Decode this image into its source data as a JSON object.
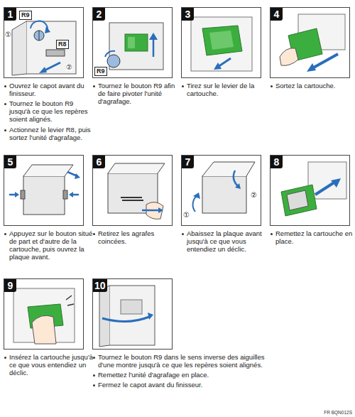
{
  "diagram": {
    "nodes": [
      {
        "text": [
          "1",
          "Ouvrez le capot avant du finisseur.",
          "Tournez le bouton R9 jusqu'à ce que les repères soient alignés.",
          "Actionnez le levier R8, puis sortez l'unité d'agrafage."
        ]
      },
      {
        "text": [
          "2",
          "Tournez le bouton R9 afin de faire pivoter l'unité d'agrafage."
        ]
      },
      {
        "text": [
          "3",
          "Tirez sur le levier de la cartouche."
        ]
      },
      {
        "text": [
          "4",
          "Sortez la cartouche."
        ]
      },
      {
        "text": [
          "5",
          "Appuyez sur le bouton situé de part et d'autre de la cartouche, puis ouvrez la plaque avant."
        ]
      },
      {
        "text": [
          "6",
          "Retirez les agrafes coincées."
        ]
      },
      {
        "text": [
          "7",
          "Abaissez la plaque avant jusqu'à ce que vous entendiez un déclic."
        ]
      },
      {
        "text": [
          "8",
          "Remettez la cartouche en place."
        ]
      },
      {
        "text": [
          "9",
          "Insérez la cartouche jusqu'à ce que vous entendiez un déclic."
        ]
      },
      {
        "text": [
          "10",
          "Tournez le bouton R9 dans le sens inverse des aiguilles d'une montre jusqu'à ce que les repères soient alignés.",
          "Remettez l'unité d'agrafage en place.",
          "Fermez le capot avant du finisseur."
        ]
      }
    ],
    "labels": [
      "R9",
      "①",
      "R8",
      "②",
      "R9",
      "①",
      "②",
      "FR BQN012S"
    ]
  }
}
